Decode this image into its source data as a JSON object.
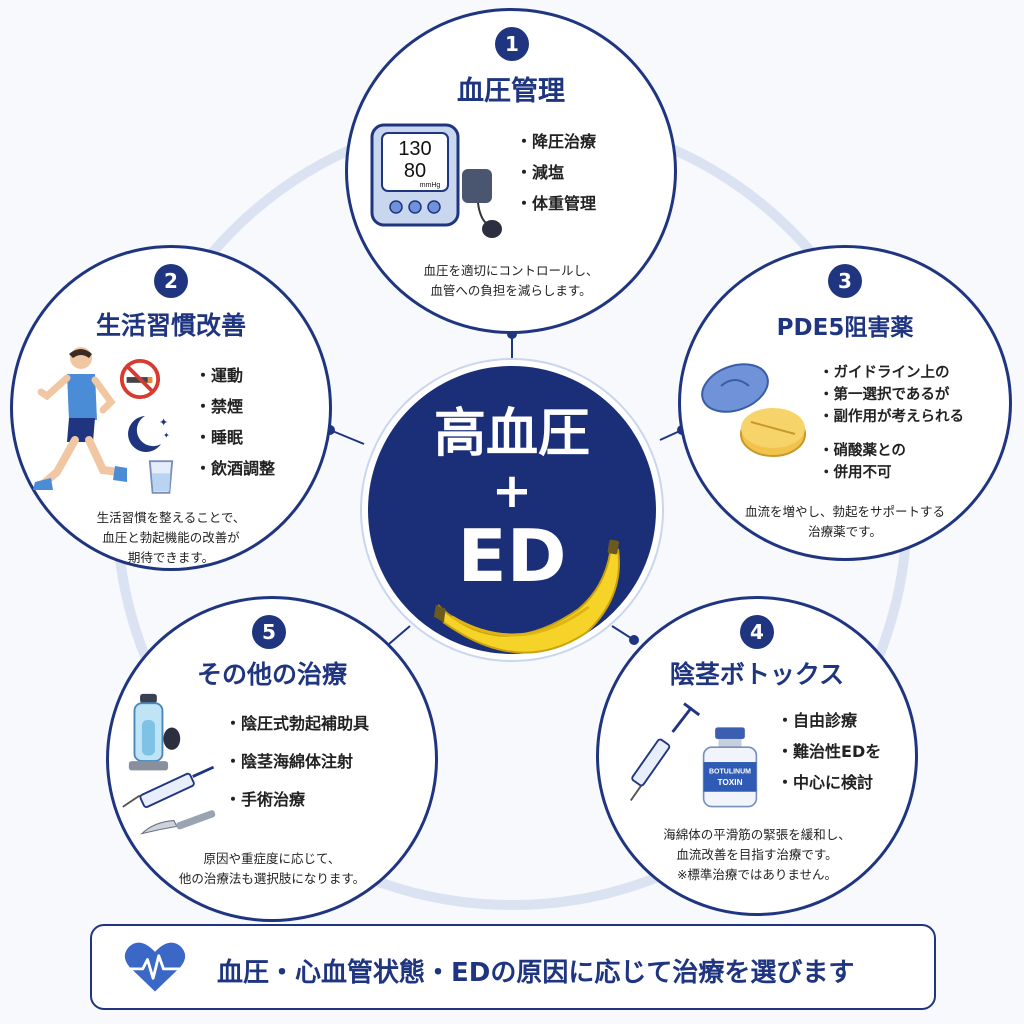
{
  "center": {
    "line1": "高血圧",
    "plus": "+",
    "line2": "ED"
  },
  "nodes": [
    {
      "number": "1",
      "title": "血圧管理",
      "bullets": [
        "降圧治療",
        "減塩",
        "体重管理"
      ],
      "desc": [
        "血圧を適切にコントロールし、",
        "血管への負担を減らします。"
      ],
      "monitor": {
        "sys": "130",
        "dia": "80",
        "unit": "mmHg"
      }
    },
    {
      "number": "2",
      "title": "生活習慣改善",
      "bullets": [
        "運動",
        "禁煙",
        "睡眠",
        "飲酒調整"
      ],
      "desc": [
        "生活習慣を整えることで、",
        "血圧と勃起機能の改善が",
        "期待できます。"
      ]
    },
    {
      "number": "3",
      "title": "PDE5阻害薬",
      "bullets": [
        "ガイドライン上の",
        "第一選択であるが",
        "副作用が考えられる",
        "硝酸薬との",
        "併用不可"
      ],
      "desc": [
        "血流を増やし、勃起をサポートする",
        "治療薬です。"
      ]
    },
    {
      "number": "4",
      "title": "陰茎ボトックス",
      "bullets": [
        "自由診療",
        "難治性EDを",
        "中心に検討"
      ],
      "desc": [
        "海綿体の平滑筋の緊張を緩和し、",
        "血流改善を目指す治療です。",
        "※標準治療ではありません。"
      ],
      "vial": {
        "line1": "BOTULINUM",
        "line2": "TOXIN"
      }
    },
    {
      "number": "5",
      "title": "その他の治療",
      "bullets": [
        "陰圧式勃起補助具",
        "陰茎海綿体注射",
        "手術治療"
      ],
      "desc": [
        "原因や重症度に応じて、",
        "他の治療法も選択肢になります。"
      ]
    }
  ],
  "footer": {
    "text": "血圧・心血管状態・EDの原因に応じて治療を選びます"
  },
  "colors": {
    "navy": "#1f3580",
    "ring": "#dbe3f3",
    "banana": "#f6d328",
    "pill_blue": "#6f92d8",
    "pill_yellow": "#f2c34b",
    "heart": "#3b67c6"
  }
}
